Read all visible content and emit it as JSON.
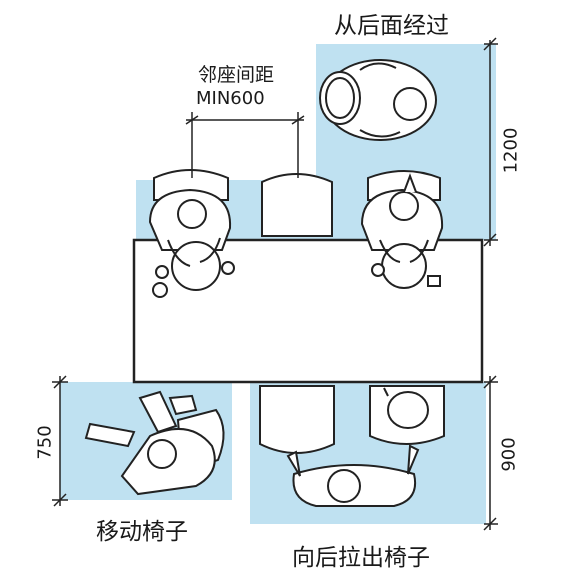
{
  "labels": {
    "pass_behind": "从后面经过",
    "seat_spacing": "邻座间距",
    "seat_spacing_value": "MIN600",
    "move_chair": "移动椅子",
    "pull_chair_back": "向后拉出椅子"
  },
  "dimensions": {
    "pass_behind_depth": "1200",
    "move_chair_depth": "750",
    "pull_chair_depth": "900"
  },
  "colors": {
    "zone_fill": "#bfe1f1",
    "line": "#222222",
    "furniture_fill": "#ffffff"
  }
}
